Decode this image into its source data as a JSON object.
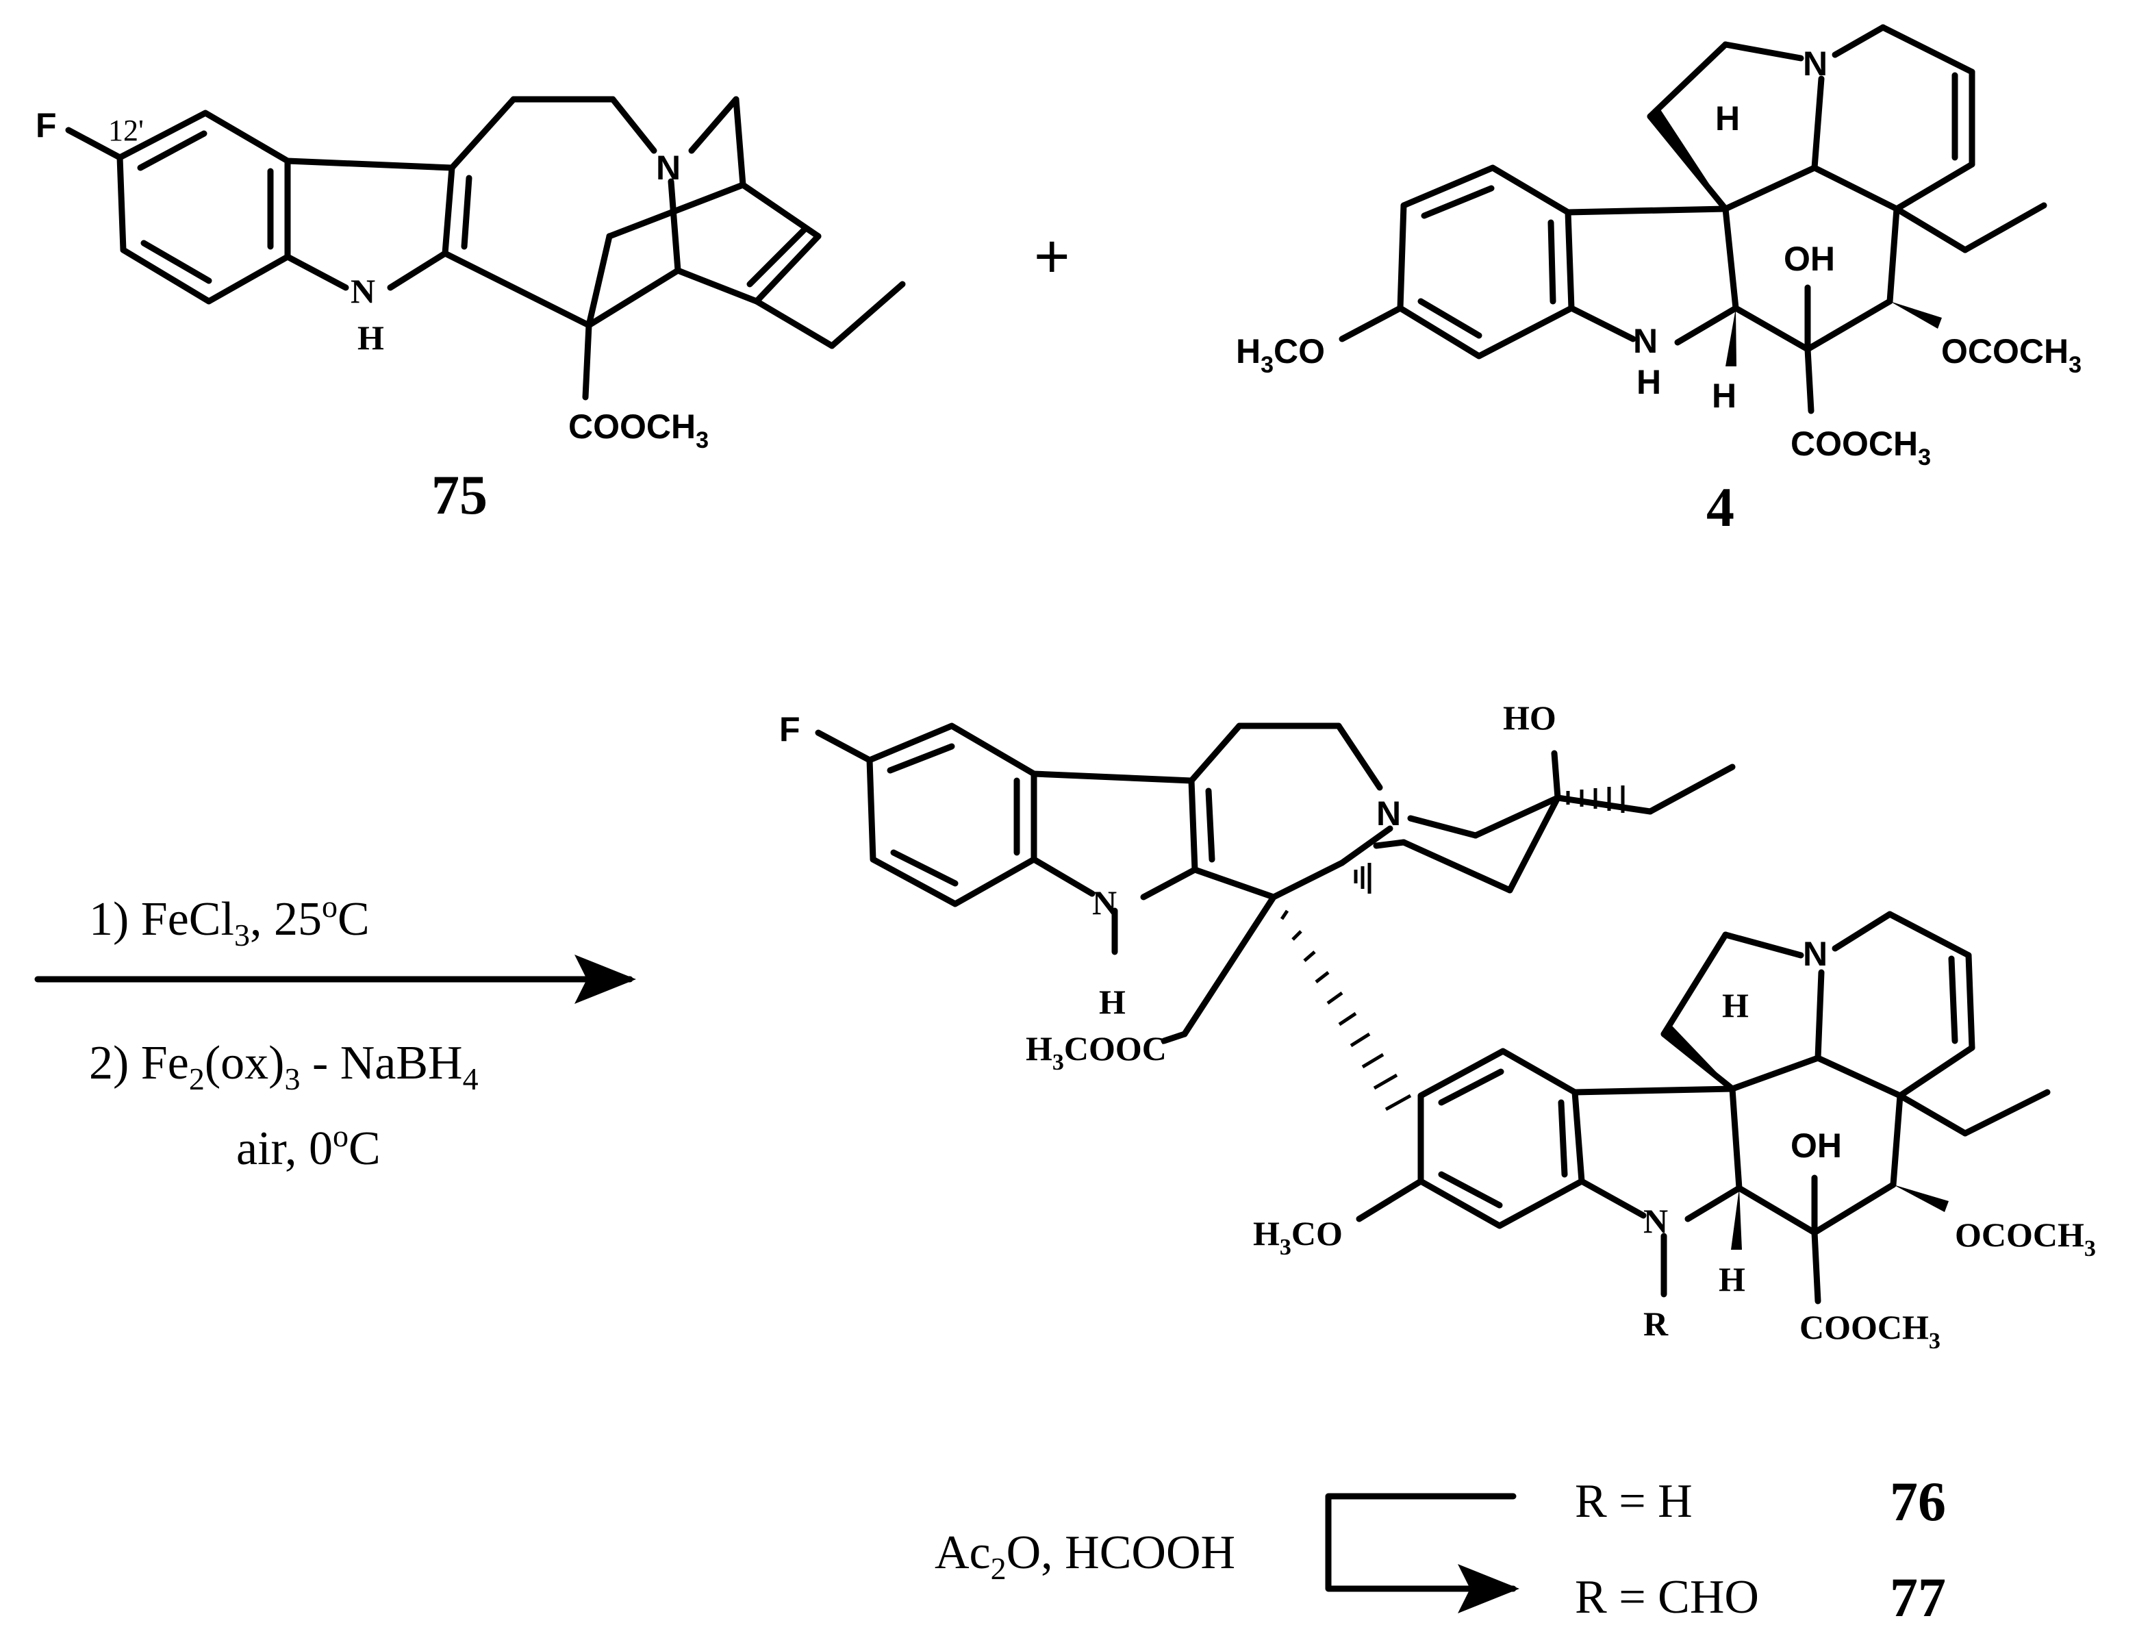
{
  "compounds": {
    "c75": {
      "number": "75",
      "F": "F",
      "pos": "12'",
      "N": "N",
      "NH": "N",
      "H": "H",
      "ester": "COOCH",
      "ester_sub": "3"
    },
    "c4": {
      "number": "4",
      "N": "N",
      "H_top": "H",
      "OH": "OH",
      "ome": "H",
      "ome_sub": "3",
      "ome_end": "CO",
      "NH": "N",
      "H_nh": "H",
      "H_ring": "H",
      "oac": "OCOCH",
      "oac_sub": "3",
      "ester": "COOCH",
      "ester_sub": "3"
    },
    "product": {
      "F": "F",
      "HO": "HO",
      "N_top": "N",
      "NH": "N",
      "H_nh": "H",
      "ester_pre": "H",
      "ester_sub1": "3",
      "ester_end": "COOC",
      "N_bot": "N",
      "H_top": "H",
      "OH": "OH",
      "ome": "H",
      "ome_sub": "3",
      "ome_end": "CO",
      "N_ind": "N",
      "R": "R",
      "H_ring": "H",
      "oac": "OCOCH",
      "oac_sub": "3",
      "ester": "COOCH",
      "ester_sub": "3"
    }
  },
  "plus": "+",
  "conditions": {
    "step1_pre": "1) FeCl",
    "step1_sub": "3",
    "step1_post": ", 25",
    "step1_sup": "o",
    "step1_end": "C",
    "step2_pre": "2) Fe",
    "step2_sub1": "2",
    "step2_mid": "(ox)",
    "step2_sub2": "3",
    "step2_end": " - NaBH",
    "step2_sub3": "4",
    "step3_pre": "air, 0",
    "step3_sup": "o",
    "step3_end": "C"
  },
  "derivatization": {
    "reagent_pre": "Ac",
    "reagent_sub": "2",
    "reagent_end": "O, HCOOH",
    "r1": "R = H",
    "n1": "76",
    "r2": "R = CHO",
    "n2": "77"
  }
}
